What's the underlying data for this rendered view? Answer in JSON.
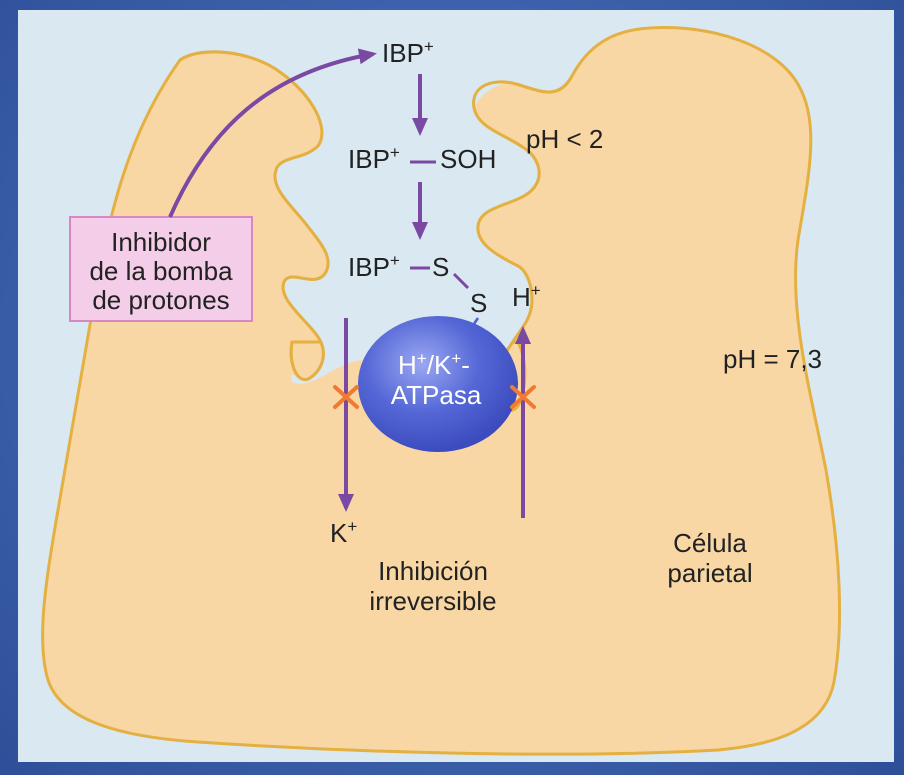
{
  "labels": {
    "ibp_top": "IBP",
    "ibp_soh_a": "IBP",
    "ibp_soh_b": "SOH",
    "ibp_s_a": "IBP",
    "ibp_s_b": "S",
    "s2": "S",
    "hplus": "H",
    "kplus": "K",
    "sup_plus": "+",
    "ph_lumen": "pH < 2",
    "ph_cell": "pH = 7,3",
    "enzyme_line1_a": "H",
    "enzyme_line1_b": "/K",
    "enzyme_line1_c": "-",
    "enzyme_line2": "ATPasa",
    "inhibitor_line1": "Inhibidor",
    "inhibitor_line2": "de la bomba",
    "inhibitor_line3": "de protones",
    "inhibition_line1": "Inhibición",
    "inhibition_line2": "irreversible",
    "cell_line1": "Célula",
    "cell_line2": "parietal"
  },
  "colors": {
    "background_blue": "#3e62ad",
    "panel": "#d9e8f1",
    "cell_fill": "#f9d7a4",
    "cell_stroke": "#e4b042",
    "arrow_purple": "#7a4aa3",
    "inhibitor_box_fill": "#f4cde8",
    "inhibitor_box_stroke": "#d987c4",
    "enzyme_blue": "#4c5fcf",
    "block_mark": "#f07a32"
  },
  "icons": [
    "arrow-icon",
    "block-cross-icon"
  ]
}
